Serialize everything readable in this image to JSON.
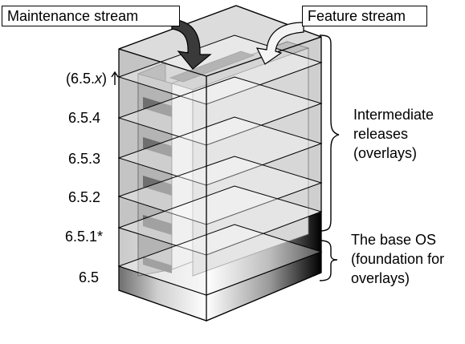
{
  "callouts": {
    "maintenance": "Maintenance stream",
    "feature": "Feature stream"
  },
  "releases": {
    "future": "(6.5.",
    "future_var": "x",
    "future_close": ")",
    "r654": "6.5.4",
    "r653": "6.5.3",
    "r652": "6.5.2",
    "r651": "6.5.1*",
    "r65": "6.5"
  },
  "brackets": {
    "intermediate": [
      "Intermediate",
      "releases",
      "(overlays)"
    ],
    "base": [
      "The base OS",
      "(foundation for",
      "overlays)"
    ]
  }
}
